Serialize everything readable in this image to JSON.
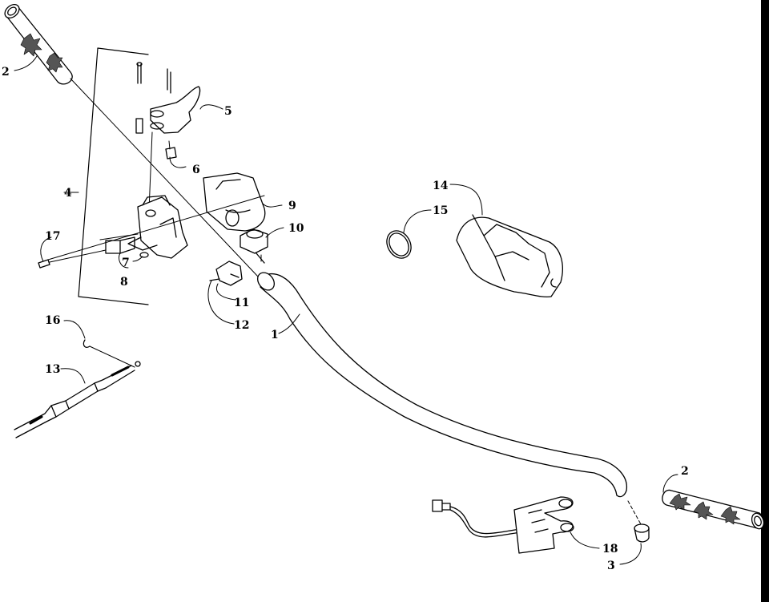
{
  "diagram": {
    "labels": [
      {
        "id": "label-1",
        "text": "1"
      },
      {
        "id": "label-2-left",
        "text": "2"
      },
      {
        "id": "label-2-right",
        "text": "2"
      },
      {
        "id": "label-3",
        "text": "3"
      },
      {
        "id": "label-4",
        "text": "4"
      },
      {
        "id": "label-5",
        "text": "5"
      },
      {
        "id": "label-6",
        "text": "6"
      },
      {
        "id": "label-7",
        "text": "7"
      },
      {
        "id": "label-8",
        "text": "8"
      },
      {
        "id": "label-9",
        "text": "9"
      },
      {
        "id": "label-10",
        "text": "10"
      },
      {
        "id": "label-11",
        "text": "11"
      },
      {
        "id": "label-12",
        "text": "12"
      },
      {
        "id": "label-13",
        "text": "13"
      },
      {
        "id": "label-14",
        "text": "14"
      },
      {
        "id": "label-15",
        "text": "15"
      },
      {
        "id": "label-16",
        "text": "16"
      },
      {
        "id": "label-17",
        "text": "17"
      },
      {
        "id": "label-18",
        "text": "18"
      }
    ],
    "parts": [
      "handlebar",
      "grip-left",
      "grip-right",
      "end-plug",
      "brake-lever-assembly",
      "lever",
      "clip",
      "lever-housing",
      "housing-cover",
      "throttle-block",
      "switch-clip",
      "screw",
      "throttle-cable",
      "handlebar-pad",
      "ring-clamp",
      "cable-ring",
      "wiring-heater",
      "heater-element"
    ]
  }
}
